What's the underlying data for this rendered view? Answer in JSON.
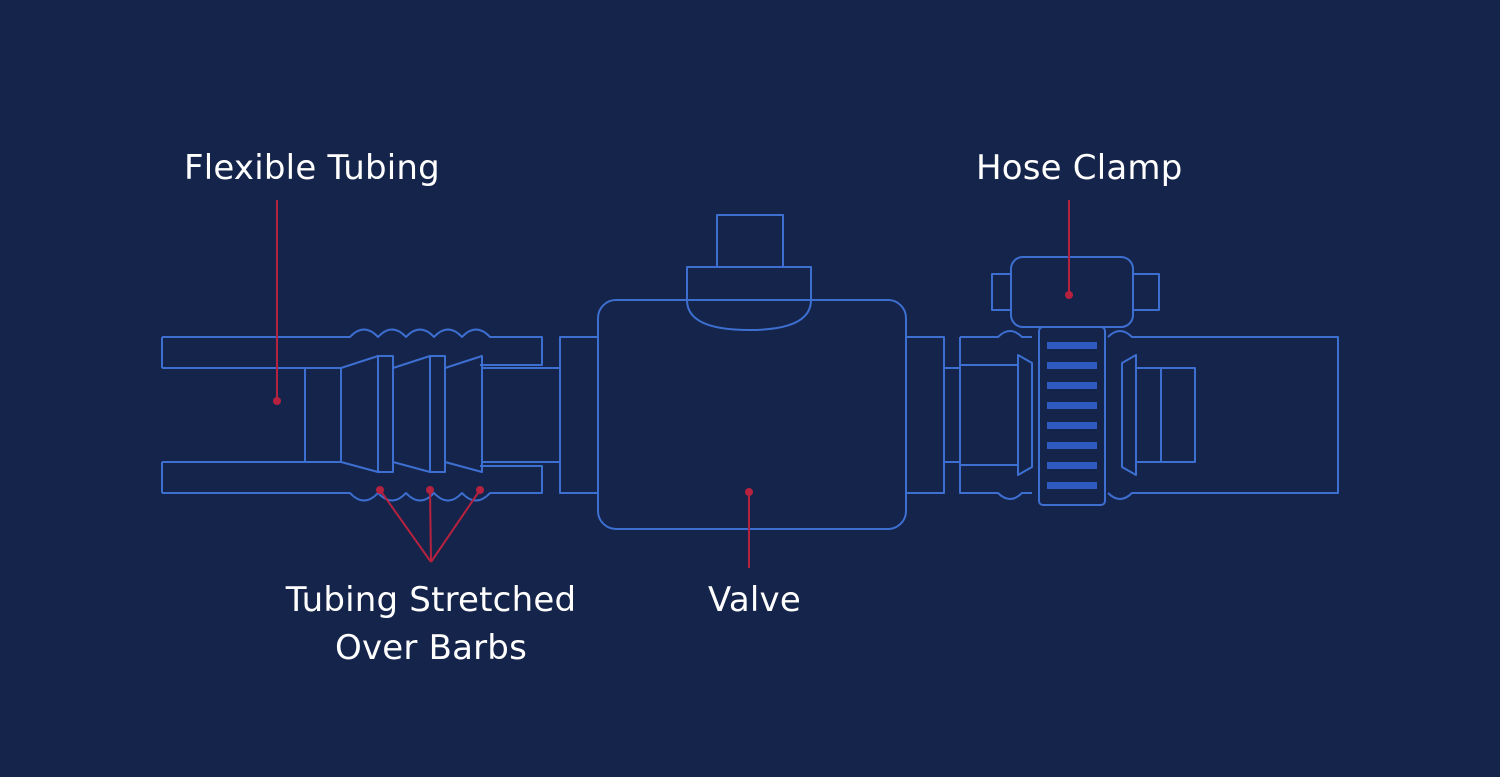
{
  "diagram": {
    "labels": {
      "flexible_tubing": "Flexible Tubing",
      "hose_clamp": "Hose Clamp",
      "barbs_line1": "Tubing Stretched",
      "barbs_line2": "Over Barbs",
      "valve": "Valve"
    },
    "colors": {
      "background": "#15244a",
      "outline": "#3d6fd1",
      "leader": "#b5223f",
      "clamp_band": "#2f5bc0",
      "text": "#ffffff"
    }
  }
}
